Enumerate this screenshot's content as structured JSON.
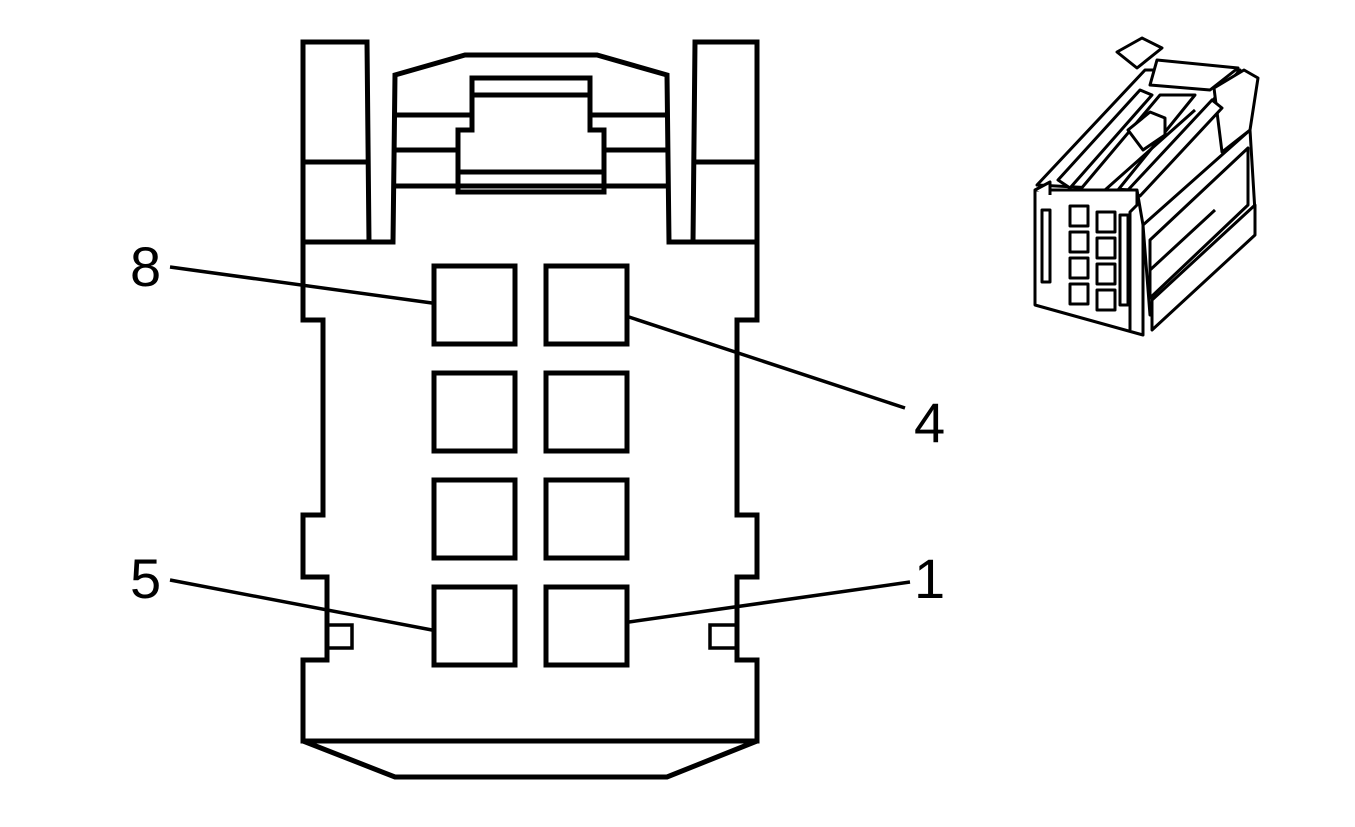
{
  "labels": {
    "pin_8": "8",
    "pin_4": "4",
    "pin_5": "5",
    "pin_1": "1"
  }
}
